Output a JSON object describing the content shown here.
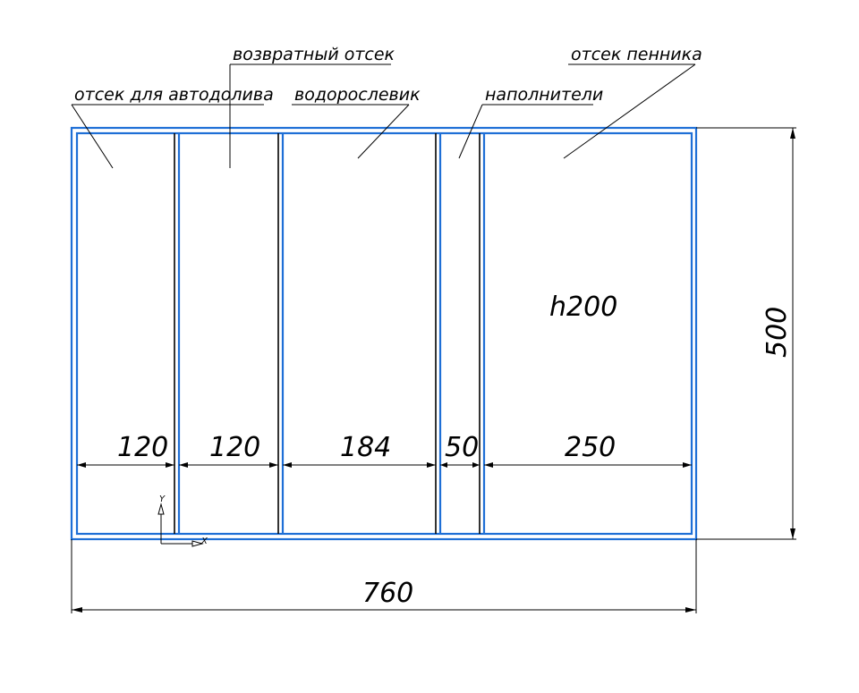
{
  "labels": {
    "autotopoff": "отсек для автодолива",
    "return": "возвратный отсек",
    "algae": "водорослевик",
    "media": "наполнители",
    "skimmer": "отсек пенника"
  },
  "dimensions": {
    "widths": [
      "120",
      "120",
      "184",
      "50",
      "250"
    ],
    "height_note": "h200",
    "total_width": "760",
    "total_depth": "500"
  },
  "axis": {
    "x": "X",
    "y": "Y"
  },
  "colors": {
    "outline": "#1e6fd6",
    "lines": "#000000"
  }
}
